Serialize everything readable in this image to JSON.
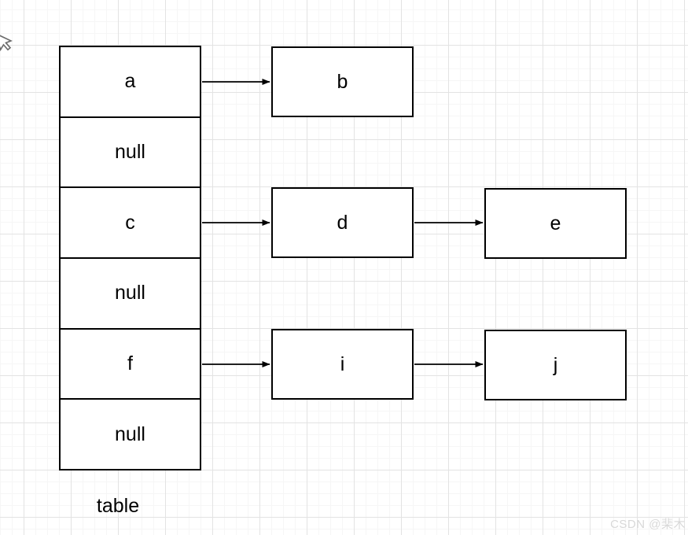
{
  "diagram": {
    "kind": "hash-table-with-chaining",
    "table": {
      "label": "table",
      "cells": [
        "a",
        "null",
        "c",
        "null",
        "f",
        "null"
      ]
    },
    "nodes": [
      {
        "id": "b",
        "label": "b"
      },
      {
        "id": "d",
        "label": "d"
      },
      {
        "id": "e",
        "label": "e"
      },
      {
        "id": "i",
        "label": "i"
      },
      {
        "id": "j",
        "label": "j"
      }
    ],
    "edges": [
      {
        "from": "a",
        "to": "b"
      },
      {
        "from": "c",
        "to": "d"
      },
      {
        "from": "d",
        "to": "e"
      },
      {
        "from": "f",
        "to": "i"
      },
      {
        "from": "i",
        "to": "j"
      }
    ]
  },
  "watermark": {
    "text": "CSDN @棐木"
  },
  "colors": {
    "background": "#ffffff",
    "grid_minor": "#f6f6f6",
    "grid_major": "#e3e3e3",
    "shape_border": "#000000",
    "shape_fill": "#ffffff",
    "text": "#000000",
    "watermark": "#d8d8d8"
  }
}
